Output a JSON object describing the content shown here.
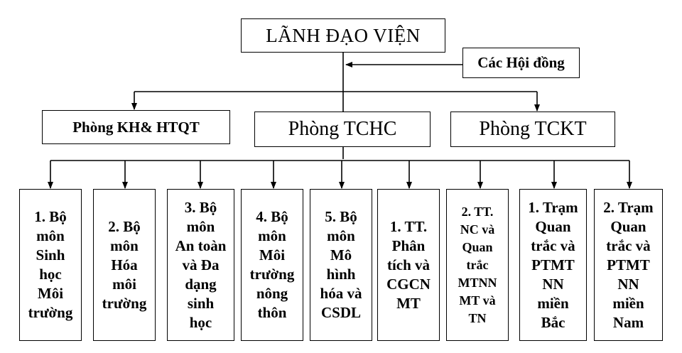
{
  "nodes": {
    "leadership": "LÃNH ĐẠO VIỆN",
    "councils": "Các Hội đồng",
    "kh_htqt": "Phòng KH& HTQT",
    "tchc": "Phòng TCHC",
    "tckt": "Phòng TCKT"
  },
  "units": [
    [
      "1. Bộ",
      "môn",
      "Sinh",
      "học",
      "Môi",
      "trường"
    ],
    [
      "2. Bộ",
      "môn",
      "Hóa",
      "môi",
      "trường"
    ],
    [
      "3. Bộ",
      "môn",
      "An toàn",
      "và Đa",
      "dạng",
      "sinh",
      "học"
    ],
    [
      "4. Bộ",
      "môn",
      "Môi",
      "trường",
      "nông",
      "thôn"
    ],
    [
      "5. Bộ",
      "môn",
      "Mô",
      "hình",
      "hóa và",
      "CSDL"
    ],
    [
      "1. TT.",
      "Phân",
      "tích và",
      "CGCN",
      "MT"
    ],
    [
      "2. TT.",
      "NC và",
      "Quan",
      "trắc",
      "MTNN",
      "MT và",
      "TN"
    ],
    [
      "1. Trạm",
      "Quan",
      "trắc và",
      "PTMT",
      "NN",
      "miền",
      "Bắc"
    ],
    [
      "2. Trạm",
      "Quan",
      "trắc và",
      "PTMT",
      "NN",
      "miền",
      "Nam"
    ]
  ]
}
